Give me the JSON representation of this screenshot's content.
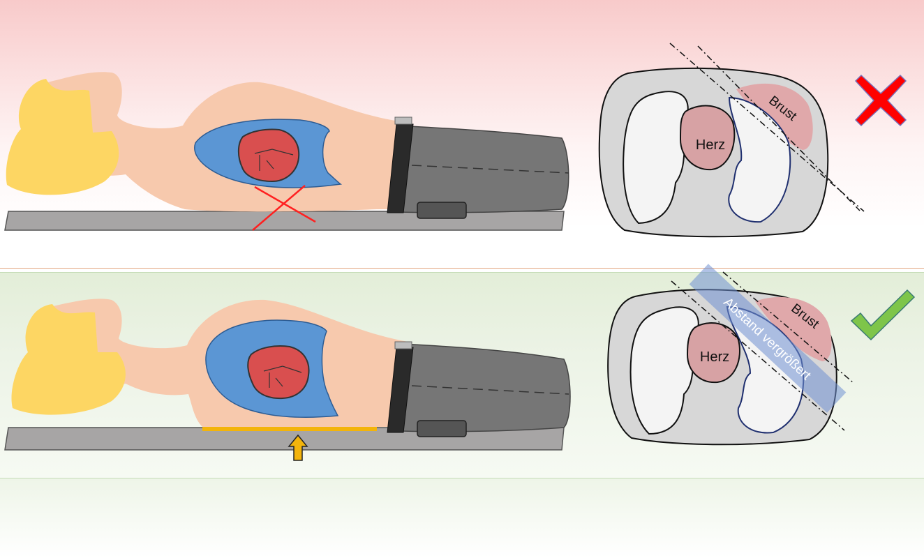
{
  "labels": {
    "heart_top": "Herz",
    "breast_top": "Brust",
    "heart_bottom": "Herz",
    "breast_bottom": "Brust",
    "distance_band": "Abstand vergrößert"
  },
  "status": {
    "top": "wrong",
    "bottom": "correct"
  },
  "colors": {
    "hair": "#fdd663",
    "skin": "#f7c9ad",
    "lung_blue": "#5b96d4",
    "heart_red": "#d94f4f",
    "pants": "#767676",
    "table": "#a7a5a5",
    "body_section": "#d7d7d7",
    "heart_pink": "#d7a2a4",
    "cross_red": "#ff0000",
    "check_green": "#7ec54a",
    "support_orange": "#f3b40b",
    "band_blue": "#6f8fd1"
  },
  "icons": {
    "top_status": "red-cross-icon",
    "bottom_status": "green-check-icon",
    "support": "up-arrow-icon"
  }
}
